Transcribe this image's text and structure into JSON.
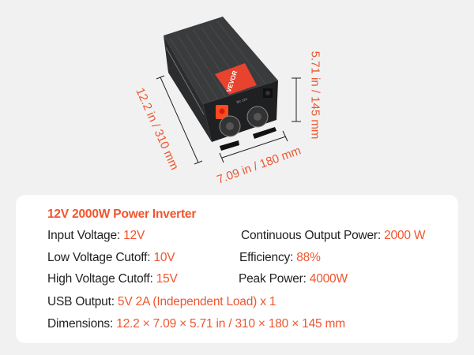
{
  "product": {
    "brand": "VEVOR",
    "front_label": "DC 12V",
    "dimensions": {
      "length": "12.2 in / 310 mm",
      "width": "7.09 in / 180 mm",
      "height": "5.71 in / 145 mm"
    }
  },
  "specs": {
    "title": "12V 2000W Power Inverter",
    "input_voltage": {
      "label": "Input Voltage: ",
      "value": "12V"
    },
    "continuous_output": {
      "label": "Continuous Output Power: ",
      "value": "2000 W"
    },
    "low_cutoff": {
      "label": "Low Voltage Cutoff: ",
      "value": "10V"
    },
    "efficiency": {
      "label": "Efficiency: ",
      "value": "88%"
    },
    "high_cutoff": {
      "label": "High Voltage Cutoff: ",
      "value": "15V"
    },
    "peak_power": {
      "label": "Peak Power: ",
      "value": "4000W"
    },
    "usb_output": {
      "label": "USB Output: ",
      "value": "5V 2A (Independent Load) x 1"
    },
    "dimensions": {
      "label": "Dimensions: ",
      "value": "12.2 × 7.09 × 5.71 in / 310 × 180 × 145 mm"
    }
  },
  "colors": {
    "accent": "#f0552e",
    "text": "#222222",
    "card": "#ffffff",
    "background": "#f1f1f1"
  }
}
